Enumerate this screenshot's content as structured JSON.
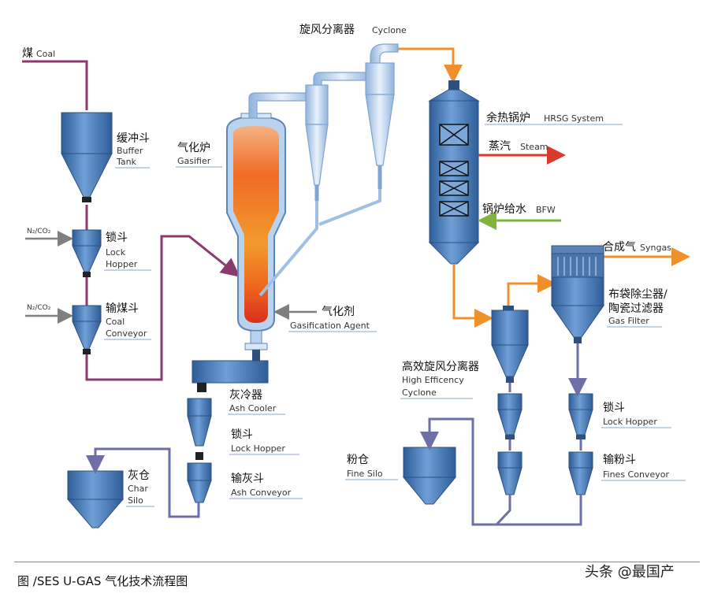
{
  "labels": {
    "coal_zh": "煤",
    "coal_en": "Coal",
    "cyclone_zh": "旋风分离器",
    "cyclone_en": "Cyclone",
    "buffer_zh": "缓冲斗",
    "buffer_en1": "Buffer",
    "buffer_en2": "Tank",
    "gasifier_zh": "气化炉",
    "gasifier_en": "Gasifier",
    "hrsg_zh": "余热锅炉",
    "hrsg_en": "HRSG System",
    "steam_zh": "蒸汽",
    "steam_en": "Steam",
    "bfw_zh": "锅炉给水",
    "bfw_en": "BFW",
    "n2co2_1": "N₂/CO₂",
    "n2co2_2": "N₂/CO₂",
    "lock1_zh": "锁斗",
    "lock1_en1": "Lock",
    "lock1_en2": "Hopper",
    "coalconv_zh": "输煤斗",
    "coalconv_en1": "Coal",
    "coalconv_en2": "Conveyor",
    "syngas_zh": "合成气",
    "syngas_en": "Syngas",
    "agent_zh": "气化剂",
    "agent_en": "Gasification Agent",
    "filter_zh1": "布袋除尘器/",
    "filter_zh2": "陶瓷过滤器",
    "filter_en": "Gas Filter",
    "hec_zh": "高效旋风分离器",
    "hec_en1": "High Efficency",
    "hec_en2": "Cyclone",
    "ashcool_zh": "灰冷器",
    "ashcool_en": "Ash Cooler",
    "lock2_zh": "锁斗",
    "lock2_en": "Lock Hopper",
    "ashconv_zh": "输灰斗",
    "ashconv_en": "Ash Conveyor",
    "char_zh": "灰仓",
    "char_en1": "Char",
    "char_en2": "Silo",
    "fine_zh": "粉仓",
    "fine_en": "Fine Silo",
    "lock3_zh": "锁斗",
    "lock3_en": "Lock Hopper",
    "finesconv_zh": "输粉斗",
    "finesconv_en": "Fines Conveyor"
  },
  "caption": "图 /SES U-GAS 气化技术流程图",
  "watermark": "头条 @最国产",
  "colors": {
    "vessel": "#3d6fae",
    "vessel_light": "#7ba6d9",
    "pipe_light": "#a9c7e6",
    "coal_line": "#8b3a6e",
    "gas_line": "#f0902b",
    "steam_line": "#d93a2b",
    "bfw_line": "#7fb23f",
    "solids_line": "#6d6fa6",
    "gray_line": "#7f7f7f"
  }
}
